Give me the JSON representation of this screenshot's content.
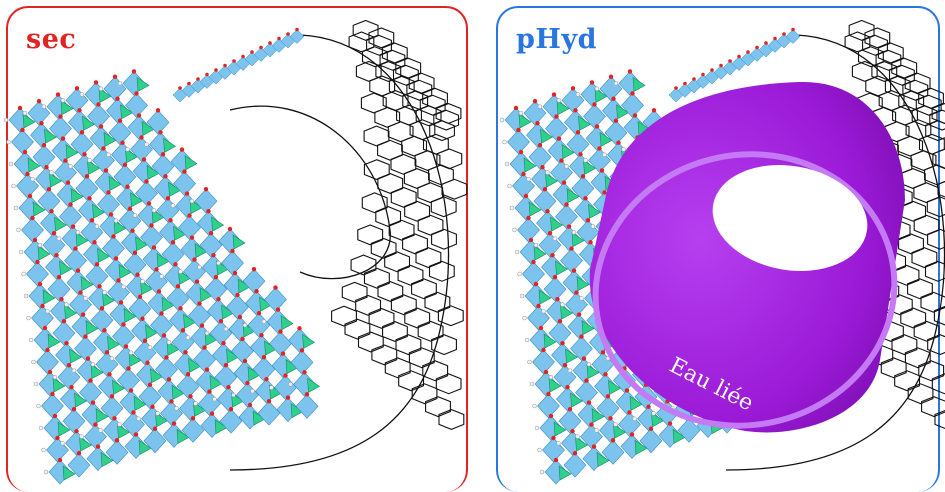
{
  "panels": {
    "left": {
      "label": "sec",
      "border_color": "#e02424",
      "label_color": "#e02424"
    },
    "right": {
      "label": "pHyd",
      "border_color": "#2a76e0",
      "label_color": "#2a76e0",
      "annotation": "Eau liée"
    }
  },
  "colors": {
    "tetrahedron": "#2fcf8e",
    "octahedron": "#7cc4ee",
    "oxygen": "#e32222",
    "hydrogen": "#f2f2f2",
    "graphene": "#111111",
    "bound_water": "#9a19d6"
  }
}
